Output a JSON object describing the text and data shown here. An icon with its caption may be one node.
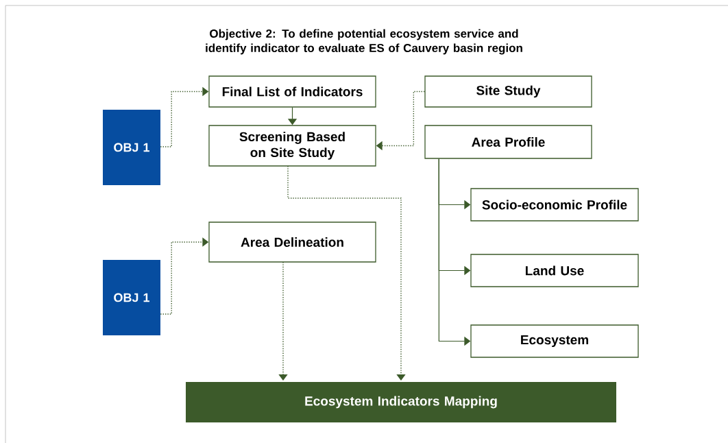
{
  "diagram": {
    "title": "Objective 2: To define potential ecosystem service and identify indicator to evaluate ES of Cauvery basin region",
    "nodes": [
      {
        "text": [
          "OBJ 1"
        ]
      },
      {
        "text": [
          "Final List of Indicators"
        ]
      },
      {
        "text": [
          "Site Study"
        ]
      },
      {
        "text": [
          "Screening Based on Site Study"
        ]
      },
      {
        "text": [
          "Area Profile"
        ]
      },
      {
        "text": [
          "Socio-economic Profile"
        ]
      },
      {
        "text": [
          "OBJ 1"
        ]
      },
      {
        "text": [
          "Area Delineation"
        ]
      },
      {
        "text": [
          "Land Use"
        ]
      },
      {
        "text": [
          "Ecosystem"
        ]
      },
      {
        "text": [
          "Ecosystem Indicators Mapping"
        ]
      }
    ],
    "edges": [
      {
        "from": 0,
        "to": 1,
        "arrow": "to",
        "style": "dashed"
      },
      {
        "from": 1,
        "to": 3,
        "arrow": "to"
      },
      {
        "from": 2,
        "to": 3,
        "arrow": "to",
        "style": "dashed"
      },
      {
        "from": 4,
        "to": 5,
        "arrow": "to"
      },
      {
        "from": 3,
        "to": 10,
        "arrow": "to",
        "style": "dashed"
      },
      {
        "from": 6,
        "to": 7,
        "arrow": "to",
        "style": "dashed"
      },
      {
        "from": 4,
        "to": 8,
        "arrow": "to"
      },
      {
        "from": 4,
        "to": 9,
        "arrow": "to"
      },
      {
        "from": 7,
        "to": 10,
        "arrow": "to",
        "style": "dashed"
      }
    ]
  }
}
